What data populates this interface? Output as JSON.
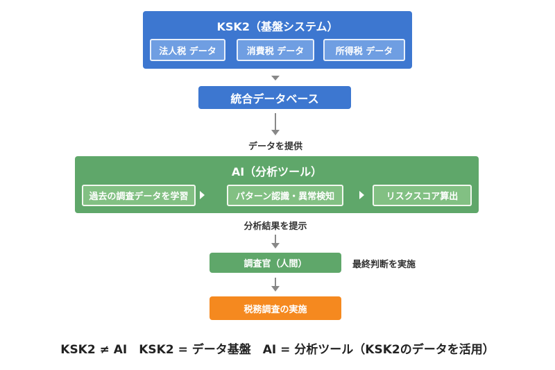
{
  "ksk2": {
    "title": "KSK2（基盤システム）",
    "items": [
      "法人税 データ",
      "消費税 データ",
      "所得税 データ"
    ]
  },
  "database": "統合データベース",
  "provide_label": "データを提供",
  "ai": {
    "title": "AI（分析ツール）",
    "steps": [
      "過去の調査データを学習",
      "パターン認識・異常検知",
      "リスクスコア算出"
    ]
  },
  "present_label": "分析結果を提示",
  "inspector": "調査官（人間）",
  "final_label": "最終判断を実施",
  "execution": "税務調査の実施",
  "summary": "KSK2 ≠ AI　KSK2 = データ基盤　AI = 分析ツール（KSK2のデータを活用）",
  "colors": {
    "blue": "#3d77d0",
    "green": "#5fa76a",
    "orange": "#f5891f"
  }
}
